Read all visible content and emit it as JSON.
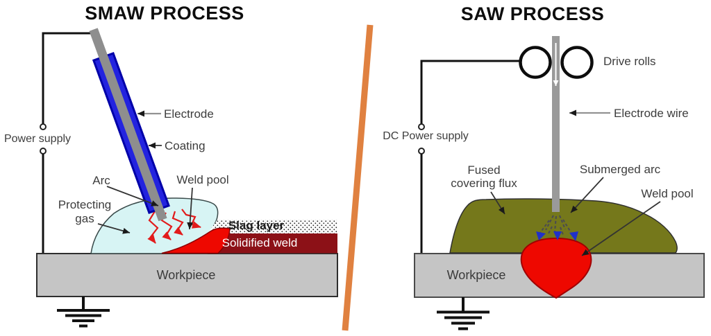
{
  "smaw": {
    "title": "SMAW PROCESS",
    "labels": {
      "power_supply": "Power supply",
      "electrode": "Electrode",
      "coating": "Coating",
      "arc": "Arc",
      "protecting_gas_line1": "Protecting",
      "protecting_gas_line2": "gas",
      "weld_pool": "Weld pool",
      "slag_layer": "Slag layer",
      "solidified_weld": "Solidified weld",
      "workpiece": "Workpiece"
    }
  },
  "saw": {
    "title": "SAW PROCESS",
    "labels": {
      "drive_rolls": "Drive rolls",
      "electrode_wire": "Electrode wire",
      "dc_power_supply": "DC Power supply",
      "fused_flux_line1": "Fused",
      "fused_flux_line2": "covering flux",
      "submerged_arc": "Submerged arc",
      "weld_pool": "Weld pool",
      "workpiece": "Workpiece"
    }
  },
  "colors": {
    "coating_blue": "#2323DF",
    "core_gray": "#8E8E8E",
    "wire_gray": "#9A9A9A",
    "gas_cyan": "#D7F4F4",
    "pool_red": "#EE0800",
    "solidified_maroon": "#8C1117",
    "workpiece_gray": "#C5C5C5",
    "flux_olive": "#75781B",
    "divider_orange": "#E08140"
  }
}
